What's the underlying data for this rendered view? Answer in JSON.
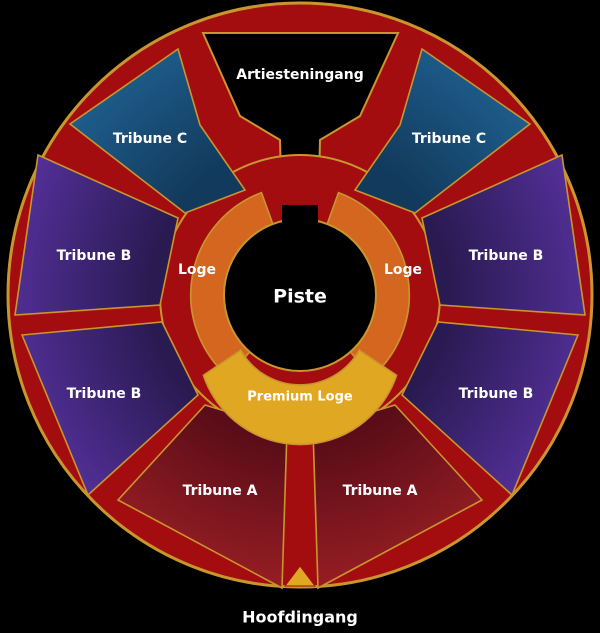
{
  "venue": {
    "center_label": "Piste",
    "entrance_top_label": "Artiesteningang",
    "entrance_bottom_label": "Hoofdingang"
  },
  "sections": {
    "tribune_c_left": "Tribune C",
    "tribune_c_right": "Tribune C",
    "tribune_b_upper_left": "Tribune B",
    "tribune_b_upper_right": "Tribune B",
    "tribune_b_lower_left": "Tribune B",
    "tribune_b_lower_right": "Tribune B",
    "tribune_a_left": "Tribune A",
    "tribune_a_right": "Tribune A",
    "loge_left": "Loge",
    "loge_right": "Loge",
    "premium_loge": "Premium Loge"
  },
  "colors": {
    "background": "#000000",
    "ring_red": "#a30d10",
    "gold_outline": "#c9962e",
    "tribune_a": "#8a1a1f",
    "tribune_b": "#4b2b86",
    "tribune_c": "#1f5a86",
    "loge": "#d4661f",
    "premium_loge": "#e0a822",
    "entrance_arrow": "#e0a822"
  },
  "icons": {
    "entrance_marker": "triangle-up-icon"
  }
}
